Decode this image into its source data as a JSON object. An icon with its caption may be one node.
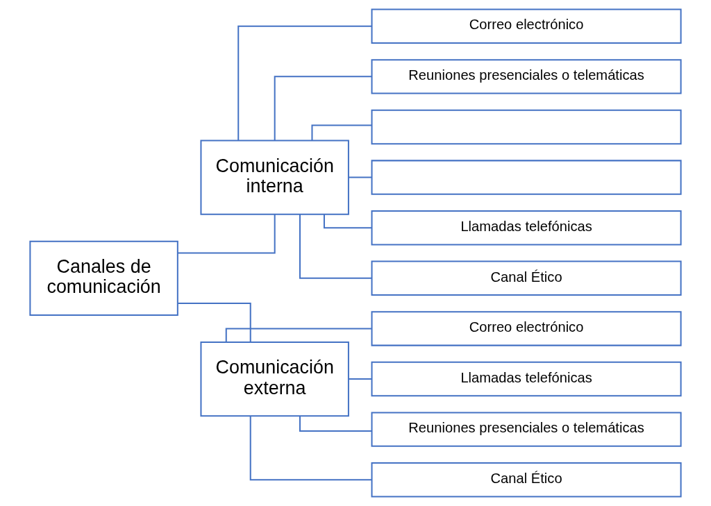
{
  "diagram": {
    "nodes": [
      {
        "text": [
          "Canales de comunicación"
        ]
      },
      {
        "text": [
          "Comunicación interna"
        ]
      },
      {
        "text": [
          "Correo electrónico"
        ]
      },
      {
        "text": [
          "Reuniones presenciales o telemáticas"
        ]
      },
      {
        "text": [],
        "shape": "box"
      },
      {
        "text": [],
        "shape": "box"
      },
      {
        "text": [
          "Llamadas telefónicas"
        ]
      },
      {
        "text": [
          "Canal Ético"
        ]
      },
      {
        "text": [
          "Comunicación externa"
        ]
      },
      {
        "text": [
          "Correo electrónico"
        ]
      },
      {
        "text": [
          "Llamadas telefónicas"
        ]
      },
      {
        "text": [
          "Reuniones presenciales o telemáticas"
        ]
      },
      {
        "text": [
          "Canal Ético"
        ]
      }
    ],
    "edges": [
      {
        "from": 0,
        "to": 1,
        "arrow": "none"
      },
      {
        "from": 0,
        "to": 8,
        "arrow": "none"
      },
      {
        "from": 1,
        "to": 2,
        "arrow": "none"
      },
      {
        "from": 1,
        "to": 3,
        "arrow": "none"
      },
      {
        "from": 1,
        "to": 4,
        "arrow": "none"
      },
      {
        "from": 1,
        "to": 5,
        "arrow": "none"
      },
      {
        "from": 1,
        "to": 6,
        "arrow": "none"
      },
      {
        "from": 1,
        "to": 7,
        "arrow": "none"
      },
      {
        "from": 8,
        "to": 9,
        "arrow": "none"
      },
      {
        "from": 8,
        "to": 10,
        "arrow": "none"
      },
      {
        "from": 8,
        "to": 11,
        "arrow": "none"
      },
      {
        "from": 8,
        "to": 12,
        "arrow": "none"
      }
    ]
  }
}
